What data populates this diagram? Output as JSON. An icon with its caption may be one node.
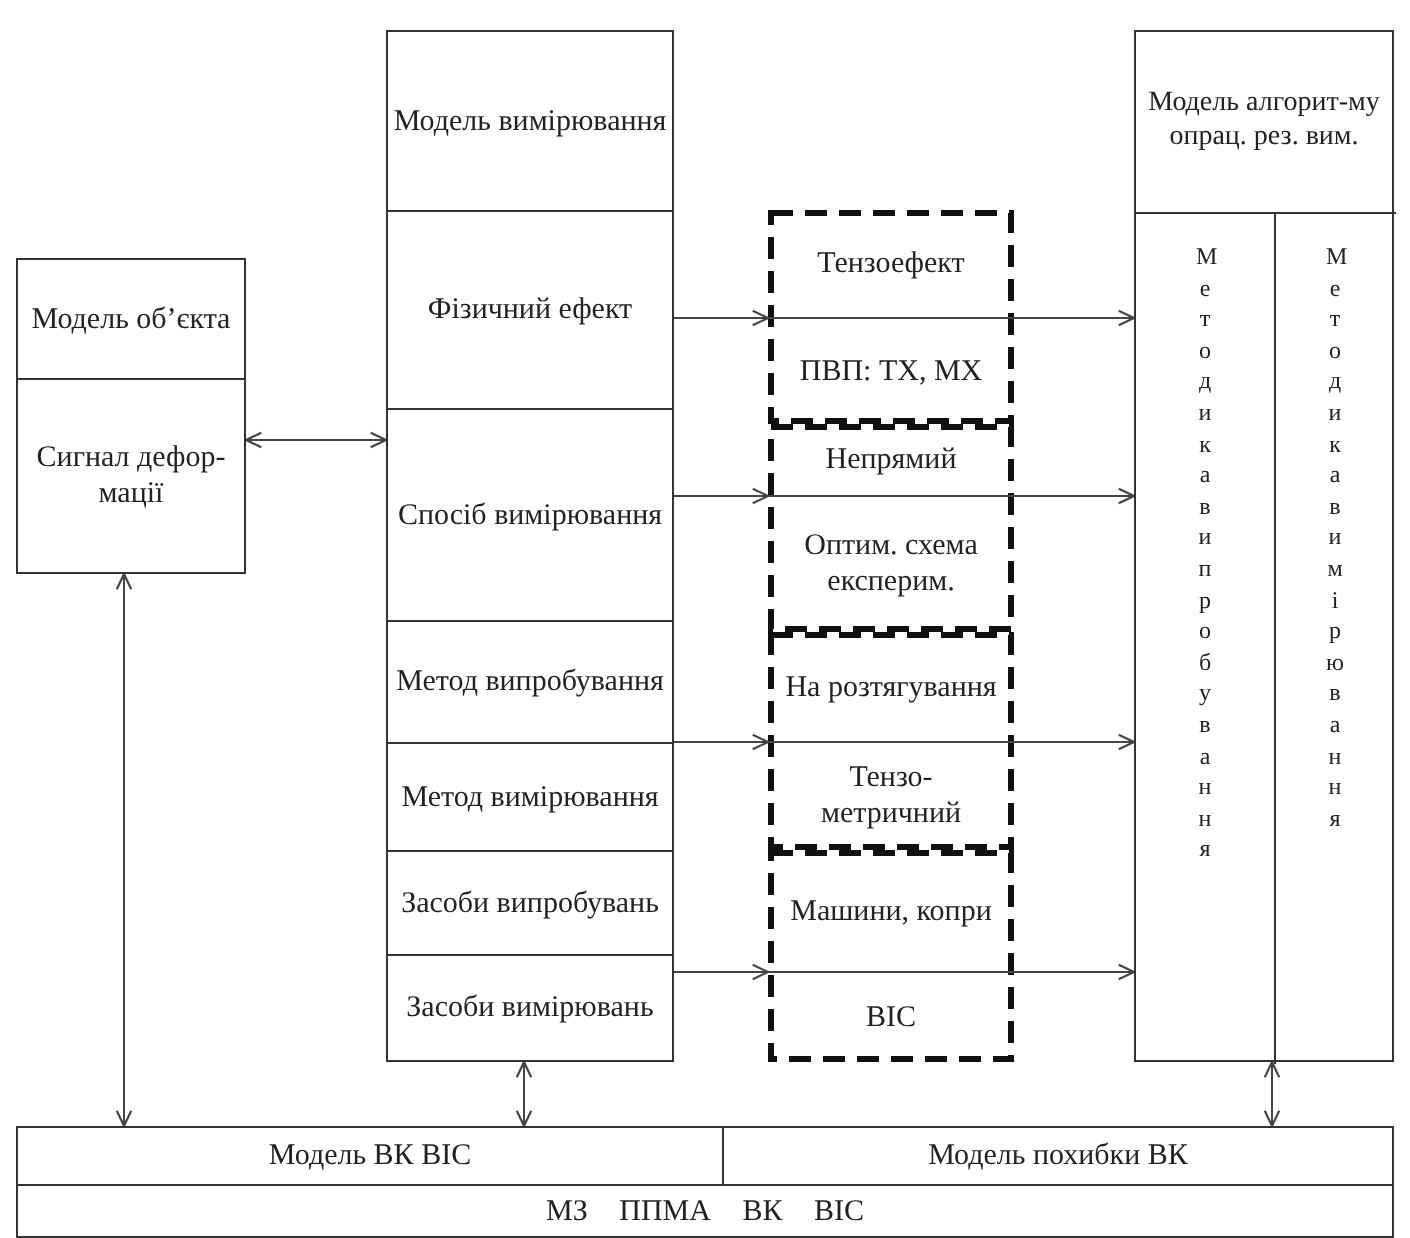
{
  "diagram": {
    "nodes": [
      {
        "text": [
          "Модель об’єкта"
        ]
      },
      {
        "text": [
          "Сигнал дефор- мації"
        ]
      },
      {
        "text": [
          "Модель вимірювання"
        ]
      },
      {
        "text": [
          "Фізичний ефект"
        ]
      },
      {
        "text": [
          "Спосіб вимірювання"
        ]
      },
      {
        "text": [
          "Метод випробування"
        ]
      },
      {
        "text": [
          "Метод вимірювання"
        ]
      },
      {
        "text": [
          "Засоби випробувань"
        ]
      },
      {
        "text": [
          "Засоби вимірювань"
        ]
      },
      {
        "text": [
          "Тензоефект",
          "ПВП: ТХ, МХ"
        ]
      },
      {
        "text": [
          "Непрямий",
          "Оптим. схема експерим."
        ]
      },
      {
        "text": [
          "На розтягування",
          "Тензо- метричний"
        ]
      },
      {
        "text": [
          "Машини, копри",
          "ВІС"
        ]
      },
      {
        "text": [
          "Модель алгорит-му опрац. рез. вим."
        ]
      },
      {
        "text": [
          "Методика випробування"
        ],
        "in": 13
      },
      {
        "text": [
          "Методика вимірювання"
        ],
        "in": 13
      },
      {
        "text": [
          "Модель ВК ВІС"
        ]
      },
      {
        "text": [
          "Модель похибки ВК"
        ]
      },
      {
        "text": [
          "МЗ ППМА ВК ВІС"
        ]
      }
    ],
    "edges": [
      {
        "from": 1,
        "to": 4,
        "arrow": "both"
      },
      {
        "from": 3,
        "to": 9,
        "arrow": "to"
      },
      {
        "from": 9,
        "to": 14,
        "arrow": "to"
      },
      {
        "from": 4,
        "to": 10,
        "arrow": "to"
      },
      {
        "from": 10,
        "to": 14,
        "arrow": "to"
      },
      {
        "from": 5,
        "to": 11,
        "arrow": "to"
      },
      {
        "from": 11,
        "to": 14,
        "arrow": "to"
      },
      {
        "from": 8,
        "to": 12,
        "arrow": "to"
      },
      {
        "from": 12,
        "to": 14,
        "arrow": "to"
      },
      {
        "from": 1,
        "to": 16,
        "arrow": "both"
      },
      {
        "from": 8,
        "to": 16,
        "arrow": "both"
      },
      {
        "from": 13,
        "to": 17,
        "arrow": "both"
      }
    ]
  }
}
